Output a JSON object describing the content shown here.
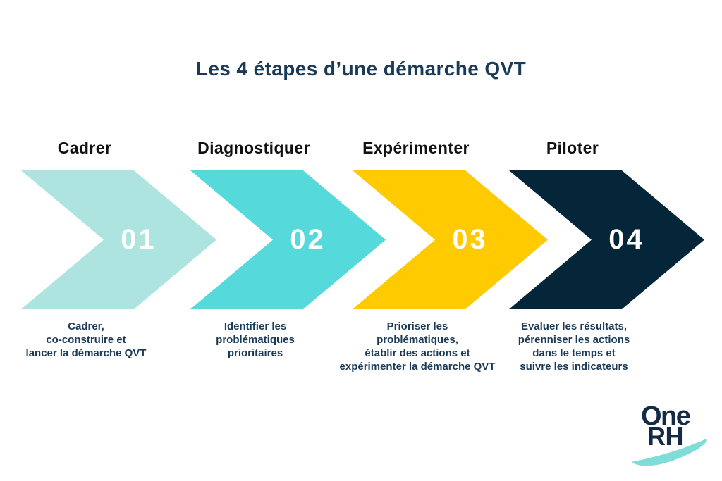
{
  "title": "Les 4 étapes d’une démarche QVT",
  "colors": {
    "background": "#ffffff",
    "title_navy": "#1a3a57",
    "heading_black": "#111111",
    "number_white": "#ffffff",
    "step1_fill": "#ade4e0",
    "step2_fill": "#55d9da",
    "step3_fill": "#ffcb00",
    "step4_fill": "#052539",
    "logo_navy": "#132b45",
    "logo_swoosh_teal": "#7eddd6"
  },
  "steps": [
    {
      "heading": "Cadrer",
      "number": "01",
      "color": "#ade4e0",
      "description": "Cadrer,\nco-construire et\nlancer la démarche QVT"
    },
    {
      "heading": "Diagnostiquer",
      "number": "02",
      "color": "#55d9da",
      "description": "Identifier les\nproblématiques\nprioritaires"
    },
    {
      "heading": "Expérimenter",
      "number": "03",
      "color": "#ffcb00",
      "description": "Prioriser les\nproblématiques,\nétablir des actions et\nexpérimenter la démarche QVT"
    },
    {
      "heading": "Piloter",
      "number": "04",
      "color": "#052539",
      "description": "Evaluer les résultats,\npérenniser les actions\ndans le temps et\nsuivre les indicateurs"
    }
  ],
  "logo": {
    "line1": "One",
    "line2": "RH"
  }
}
